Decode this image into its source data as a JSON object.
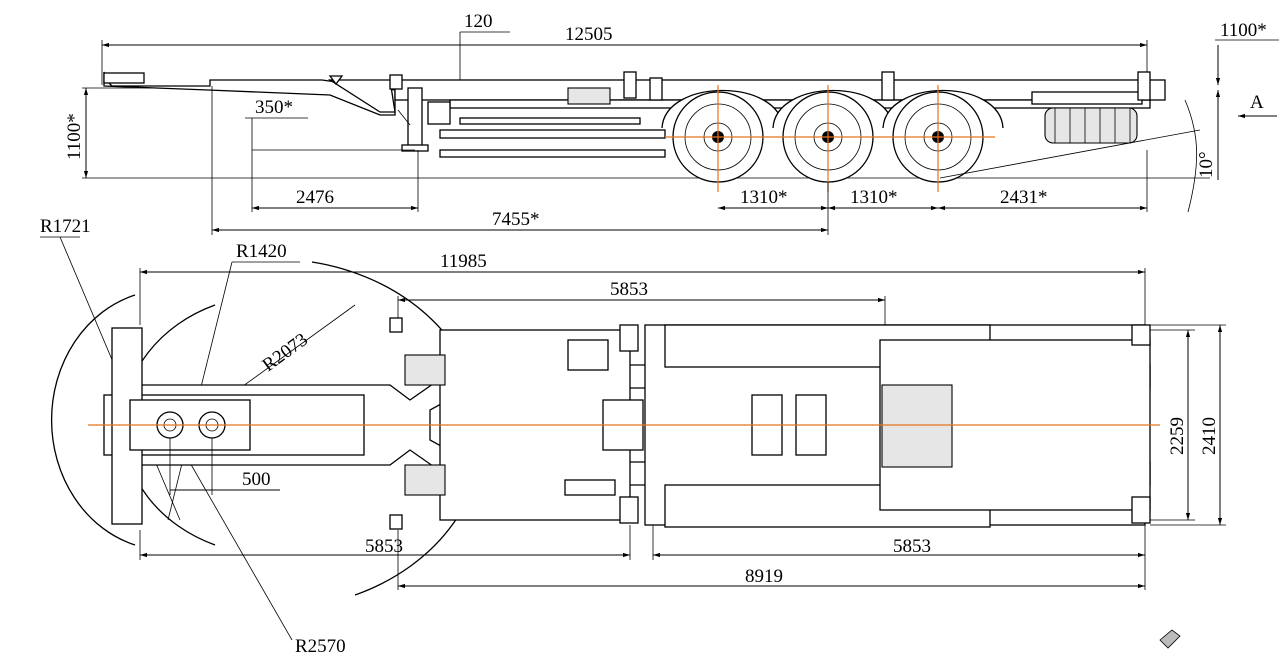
{
  "side_view": {
    "overall_length": "12505",
    "offset_120": "120",
    "height_right": "1100*",
    "height_left": "1100*",
    "view_marker": "A",
    "leg_offset": "350*",
    "dim_2476": "2476",
    "dim_7455": "7455*",
    "axle_spacing_1": "1310*",
    "axle_spacing_2": "1310*",
    "rear_overhang": "2431*",
    "angle": "10°"
  },
  "top_view": {
    "radius_1721": "R1721",
    "radius_1420": "R1420",
    "radius_2073": "R2073",
    "radius_2570": "R2570",
    "overall_length": "11985",
    "upper_5853": "5853",
    "dim_500": "500",
    "lower_left_5853": "5853",
    "lower_right_5853": "5853",
    "dim_8919": "8919",
    "width_2259": "2259",
    "width_2410": "2410"
  }
}
